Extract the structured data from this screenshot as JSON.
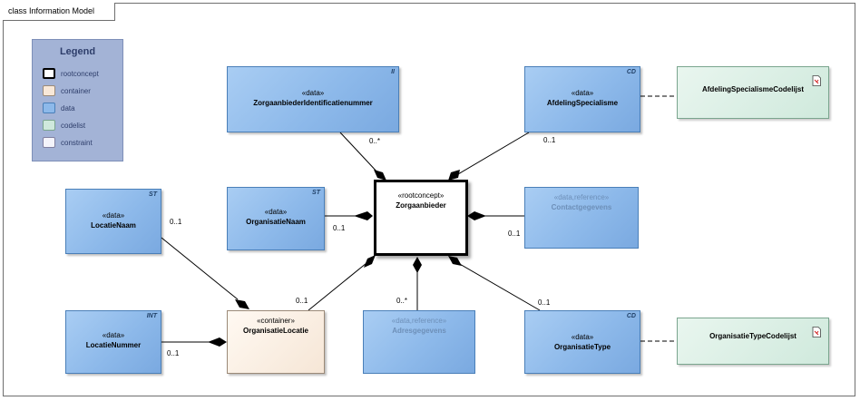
{
  "diagram": {
    "title": "class Information Model"
  },
  "legend": {
    "title": "Legend",
    "items": [
      {
        "label": "rootconcept",
        "color": "#ffffff",
        "border": "#000000"
      },
      {
        "label": "container",
        "color": "#f8e8d8",
        "border": "#9b8a78"
      },
      {
        "label": "data",
        "color": "#8db9ea",
        "border": "#4a7fb8"
      },
      {
        "label": "codelist",
        "color": "#cfe9dc",
        "border": "#7aa58e"
      },
      {
        "label": "constraint",
        "color": "#f4f4fb",
        "border": "#8080a0"
      }
    ]
  },
  "nodes": {
    "zorgaanbieder": {
      "stereotype": "«rootconcept»",
      "name": "Zorgaanbieder"
    },
    "identificatie": {
      "stereotype": "«data»",
      "name": "ZorgaanbiederIdentificatienummer",
      "tag": "II"
    },
    "afdeling": {
      "stereotype": "«data»",
      "name": "AfdelingSpecialisme",
      "tag": "CD"
    },
    "afdeling_codelijst": {
      "name": "AfdelingSpecialismeCodelijst"
    },
    "locatienaam": {
      "stereotype": "«data»",
      "name": "LocatieNaam",
      "tag": "ST"
    },
    "organisatienaam": {
      "stereotype": "«data»",
      "name": "OrganisatieNaam",
      "tag": "ST"
    },
    "contact": {
      "stereotype": "«data,reference»",
      "name": "Contactgegevens"
    },
    "locatienummer": {
      "stereotype": "«data»",
      "name": "LocatieNummer",
      "tag": "INT"
    },
    "organisatielocatie": {
      "stereotype": "«container»",
      "name": "OrganisatieLocatie"
    },
    "adres": {
      "stereotype": "«data,reference»",
      "name": "Adresgegevens"
    },
    "organisatietype": {
      "stereotype": "«data»",
      "name": "OrganisatieType",
      "tag": "CD"
    },
    "type_codelijst": {
      "name": "OrganisatieTypeCodelijst"
    }
  },
  "multiplicities": {
    "identificatie": "0..*",
    "afdeling": "0..1",
    "locatienaam": "0..1",
    "organisatienaam": "0..1",
    "contact": "0..1",
    "organisatielocatie": "0..1",
    "adres": "0..*",
    "organisatietype": "0..1",
    "locatienummer": "0..1"
  }
}
